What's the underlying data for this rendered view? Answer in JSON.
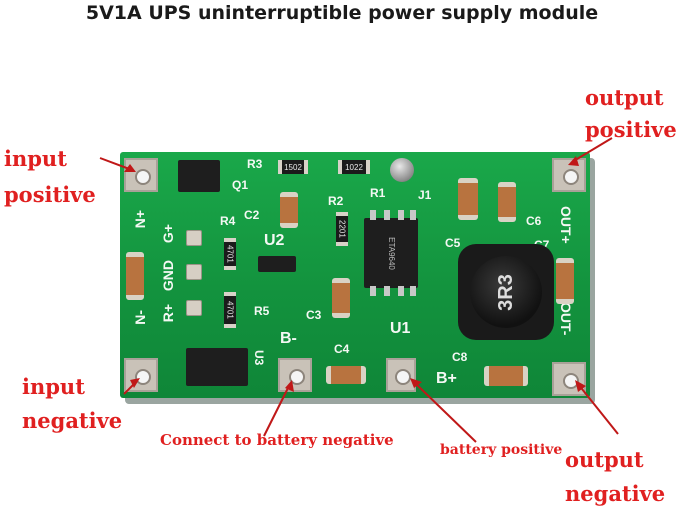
{
  "title": "5V1A UPS uninterruptible power supply module",
  "labels": {
    "input_positive": [
      "input",
      "positive"
    ],
    "input_negative": [
      "input",
      "negative"
    ],
    "output_positive": [
      "output",
      "positive"
    ],
    "output_negative": [
      "output",
      "negative"
    ],
    "battery_negative": "Connect to battery negative",
    "battery_positive": "battery positive"
  },
  "board": {
    "in_plus": "N+",
    "in_minus": "N-",
    "g_plus": "G+",
    "gnd": "GND",
    "r_plus": "R+",
    "out_plus": "OUT+",
    "out_minus": "OUT-",
    "b_minus": "B-",
    "b_plus": "B+",
    "refs": {
      "r3": "R3",
      "q1": "Q1",
      "r1": "R1",
      "j1": "J1",
      "r2": "R2",
      "c2": "C2",
      "r4": "R4",
      "u2": "U2",
      "r5": "R5",
      "c3": "C3",
      "c4": "C4",
      "u1": "U1",
      "u3": "U3",
      "c5": "C5",
      "c6": "C6",
      "c7": "C7",
      "c8": "C8"
    },
    "marks": {
      "r3_code": "1502",
      "r1_code": "1022",
      "r2_code": "2201",
      "r4_code": "4701",
      "r5_code": "4701",
      "inductor_code": "3R3",
      "ic_code": "ETA9640"
    }
  }
}
